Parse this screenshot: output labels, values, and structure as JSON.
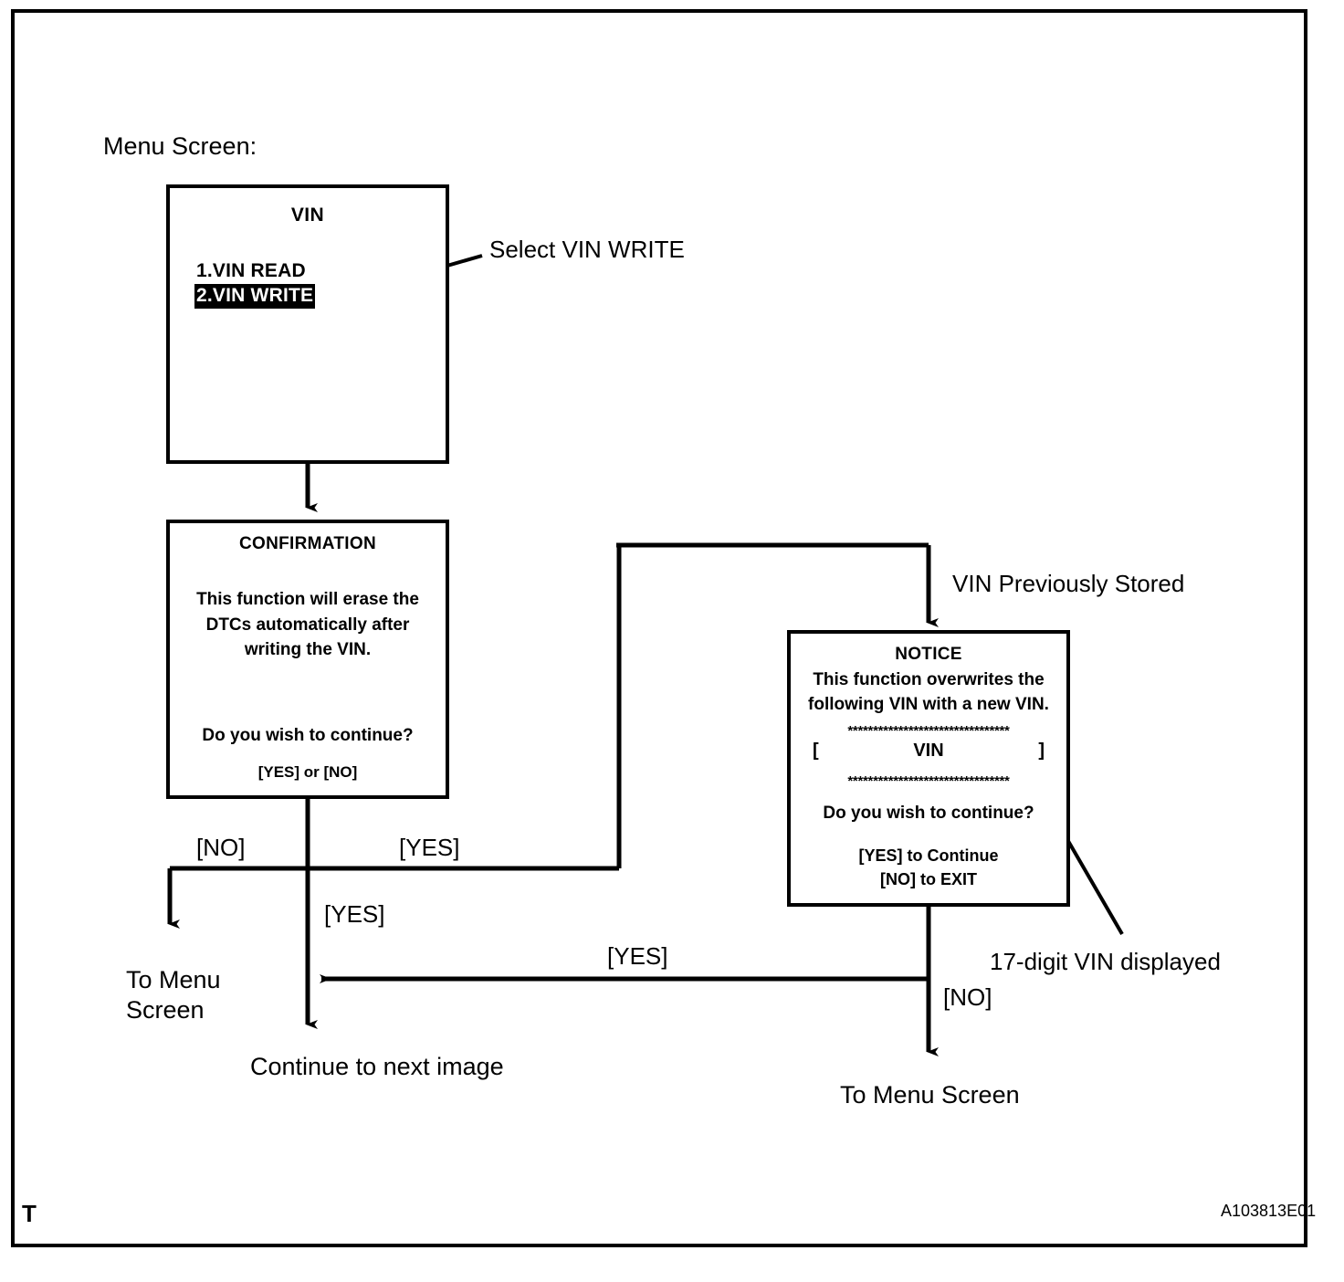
{
  "page": {
    "corner_marker": "T",
    "document_code": "A103813E01"
  },
  "diagram": {
    "type": "flowchart",
    "caption": "Menu Screen:",
    "screens": [
      {
        "id": "vin-menu-screen",
        "title": "VIN",
        "menu_items": [
          {
            "label": "1.VIN READ",
            "selected": false
          },
          {
            "label": "2.VIN WRITE",
            "selected": true
          }
        ]
      },
      {
        "id": "confirmation-screen",
        "title": "CONFIRMATION",
        "body_line1": "This function will erase the",
        "body_line2": "DTCs automatically after",
        "body_line3": "writing the VIN.",
        "question": "Do you wish to continue?",
        "options": "[YES] or [NO]"
      },
      {
        "id": "notice-screen",
        "title": "NOTICE",
        "body_line1": "This function overwrites the",
        "body_line2": "following VIN with a new VIN.",
        "separator": "********************************",
        "vin_bracket_open": "[",
        "vin_placeholder": "VIN",
        "vin_bracket_close": "]",
        "question": "Do you wish to continue?",
        "option_yes": "[YES] to Continue",
        "option_no": "[NO] to EXIT"
      }
    ],
    "callouts": [
      {
        "id": "select-vin-write",
        "text": "Select VIN WRITE"
      },
      {
        "id": "vin-previously-stored",
        "text": "VIN Previously Stored"
      },
      {
        "id": "vin-17-digit",
        "text": "17-digit VIN displayed"
      }
    ],
    "edge_labels": {
      "confirmation_no": "[NO]",
      "confirmation_yes_right": "[YES]",
      "confirmation_yes_down": "[YES]",
      "notice_yes_return": "[YES]",
      "notice_no": "[NO]"
    },
    "terminals": {
      "to_menu_screen_left_line1": "To Menu",
      "to_menu_screen_left_line2": "Screen",
      "continue_next_image": "Continue to next  image",
      "to_menu_screen_right": "To Menu Screen"
    }
  }
}
